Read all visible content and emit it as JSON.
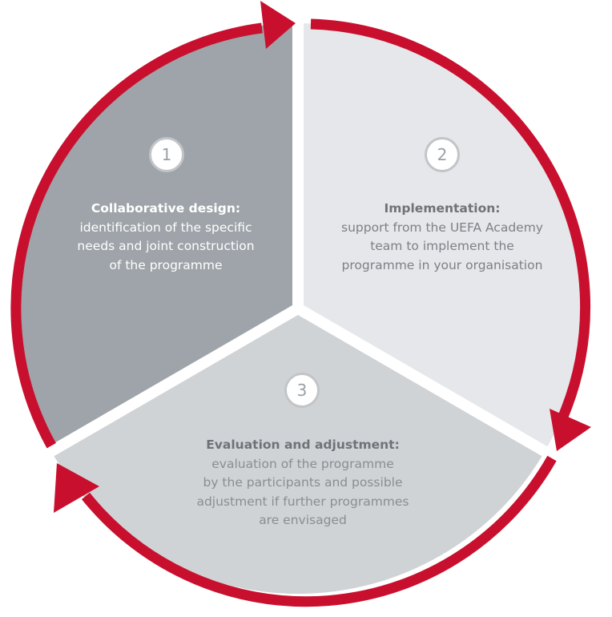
{
  "colors": {
    "arrow": "#c8102e",
    "segment_1": "#9ea4a9",
    "segment_2": "#e5e7ea",
    "segment_3": "#d0d3d6",
    "separator": "#ffffff",
    "number_circle_stroke": "#c2c5c8"
  },
  "steps": [
    {
      "number": "1",
      "title": "Collaborative design:",
      "description": "identification of the specific\nneeds and joint construction\nof the programme"
    },
    {
      "number": "2",
      "title": "Implementation:",
      "description": "support from the UEFA Academy\nteam to implement the\nprogramme in your organisation"
    },
    {
      "number": "3",
      "title": "Evaluation and adjustment:",
      "description": "evaluation of the programme\nby the participants and possible\nadjustment if further programmes\nare envisaged"
    }
  ]
}
